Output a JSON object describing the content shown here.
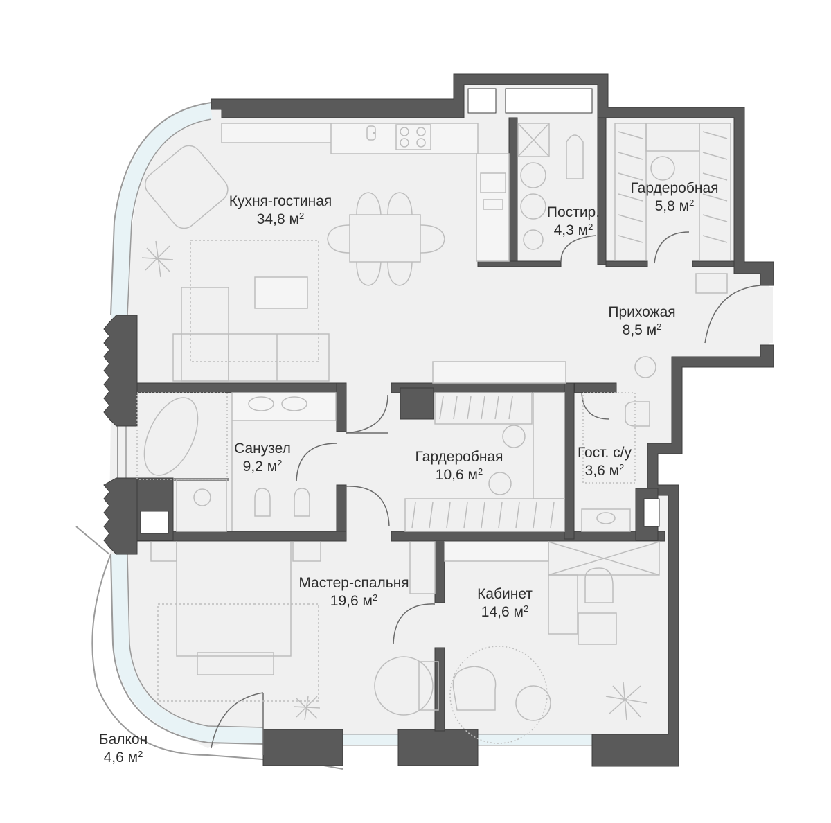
{
  "unit": "м",
  "unit_power": "2",
  "rooms": [
    {
      "id": "kitchen",
      "name": "Кухня-гостиная",
      "area": "34,8"
    },
    {
      "id": "laundry",
      "name": "Постир.",
      "area": "4,3"
    },
    {
      "id": "wardrobe1",
      "name": "Гардеробная",
      "area": "5,8"
    },
    {
      "id": "hall",
      "name": "Прихожая",
      "area": "8,5"
    },
    {
      "id": "bath",
      "name": "Санузел",
      "area": "9,2"
    },
    {
      "id": "wardrobe2",
      "name": "Гардеробная",
      "area": "10,6"
    },
    {
      "id": "guestwc",
      "name": "Гост. с/у",
      "area": "3,6"
    },
    {
      "id": "master",
      "name": "Мастер-спальня",
      "area": "19,6"
    },
    {
      "id": "office",
      "name": "Кабинет",
      "area": "14,6"
    },
    {
      "id": "balcony",
      "name": "Балкон",
      "area": "4,6"
    }
  ],
  "colors": {
    "wall": "#5a5a5a",
    "wall_edge": "#3c3c3c",
    "floor": "#f0f0f0",
    "glazing": "#e8f3f6",
    "furniture": "#bdbdbd",
    "text": "#2e2e2e"
  }
}
